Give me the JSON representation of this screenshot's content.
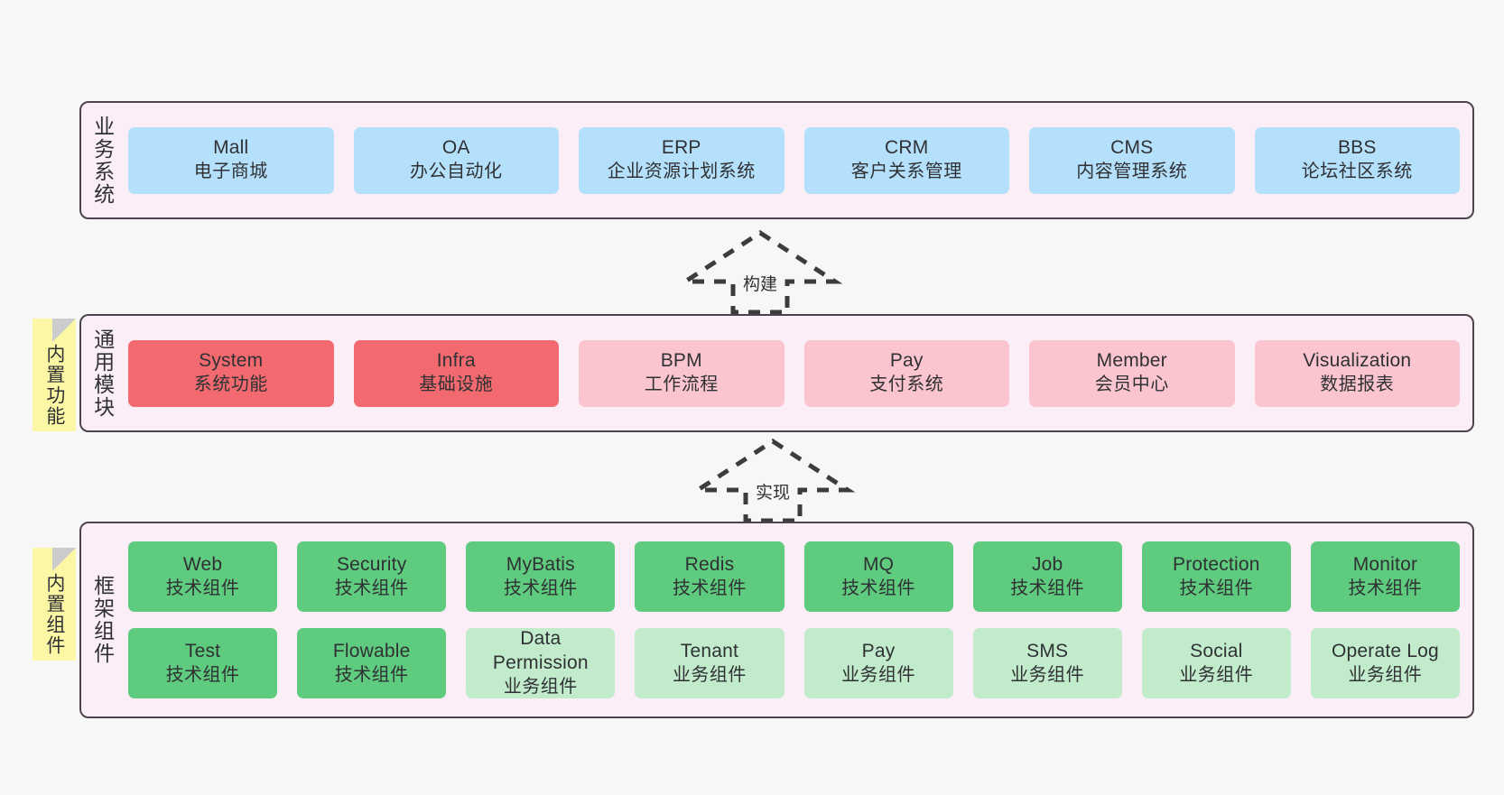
{
  "diagram": {
    "background_color": "#f7f7f7",
    "layer_fill": "#fbeef6",
    "layer_border": "#4d4450",
    "sticky_color": "#fcf7a5"
  },
  "layers": [
    {
      "id": "business",
      "title": "业务系统",
      "node_color": "#b5e0fb",
      "rows": [
        {
          "nodes": [
            {
              "en": "Mall",
              "cn": "电子商城",
              "style": "blue"
            },
            {
              "en": "OA",
              "cn": "办公自动化",
              "style": "blue"
            },
            {
              "en": "ERP",
              "cn": "企业资源计划系统",
              "style": "blue"
            },
            {
              "en": "CRM",
              "cn": "客户关系管理",
              "style": "blue"
            },
            {
              "en": "CMS",
              "cn": "内容管理系统",
              "style": "blue"
            },
            {
              "en": "BBS",
              "cn": "论坛社区系统",
              "style": "blue"
            }
          ]
        }
      ]
    },
    {
      "id": "common",
      "title": "通用模块",
      "sticky": "内置功能",
      "rows": [
        {
          "nodes": [
            {
              "en": "System",
              "cn": "系统功能",
              "style": "red"
            },
            {
              "en": "Infra",
              "cn": "基础设施",
              "style": "red"
            },
            {
              "en": "BPM",
              "cn": "工作流程",
              "style": "pink"
            },
            {
              "en": "Pay",
              "cn": "支付系统",
              "style": "pink"
            },
            {
              "en": "Member",
              "cn": "会员中心",
              "style": "pink"
            },
            {
              "en": "Visualization",
              "cn": "数据报表",
              "style": "pink"
            }
          ]
        }
      ]
    },
    {
      "id": "frame",
      "title": "框架组件",
      "sticky": "内置组件",
      "rows": [
        {
          "nodes": [
            {
              "en": "Web",
              "cn": "技术组件",
              "style": "green"
            },
            {
              "en": "Security",
              "cn": "技术组件",
              "style": "green"
            },
            {
              "en": "MyBatis",
              "cn": "技术组件",
              "style": "green"
            },
            {
              "en": "Redis",
              "cn": "技术组件",
              "style": "green"
            },
            {
              "en": "MQ",
              "cn": "技术组件",
              "style": "green"
            },
            {
              "en": "Job",
              "cn": "技术组件",
              "style": "green"
            },
            {
              "en": "Protection",
              "cn": "技术组件",
              "style": "green"
            },
            {
              "en": "Monitor",
              "cn": "技术组件",
              "style": "green"
            }
          ]
        },
        {
          "nodes": [
            {
              "en": "Test",
              "cn": "技术组件",
              "style": "green"
            },
            {
              "en": "Flowable",
              "cn": "技术组件",
              "style": "green"
            },
            {
              "en": "Data Permission",
              "cn": "业务组件",
              "style": "lightgreen"
            },
            {
              "en": "Tenant",
              "cn": "业务组件",
              "style": "lightgreen"
            },
            {
              "en": "Pay",
              "cn": "业务组件",
              "style": "lightgreen"
            },
            {
              "en": "SMS",
              "cn": "业务组件",
              "style": "lightgreen"
            },
            {
              "en": "Social",
              "cn": "业务组件",
              "style": "lightgreen"
            },
            {
              "en": "Operate Log",
              "cn": "业务组件",
              "style": "lightgreen"
            }
          ]
        }
      ]
    }
  ],
  "connectors": [
    {
      "id": "build",
      "label": "构建",
      "from": "common",
      "to": "business",
      "style": "dashed-generalization"
    },
    {
      "id": "implement",
      "label": "实现",
      "from": "frame",
      "to": "common",
      "style": "dashed-generalization"
    }
  ]
}
